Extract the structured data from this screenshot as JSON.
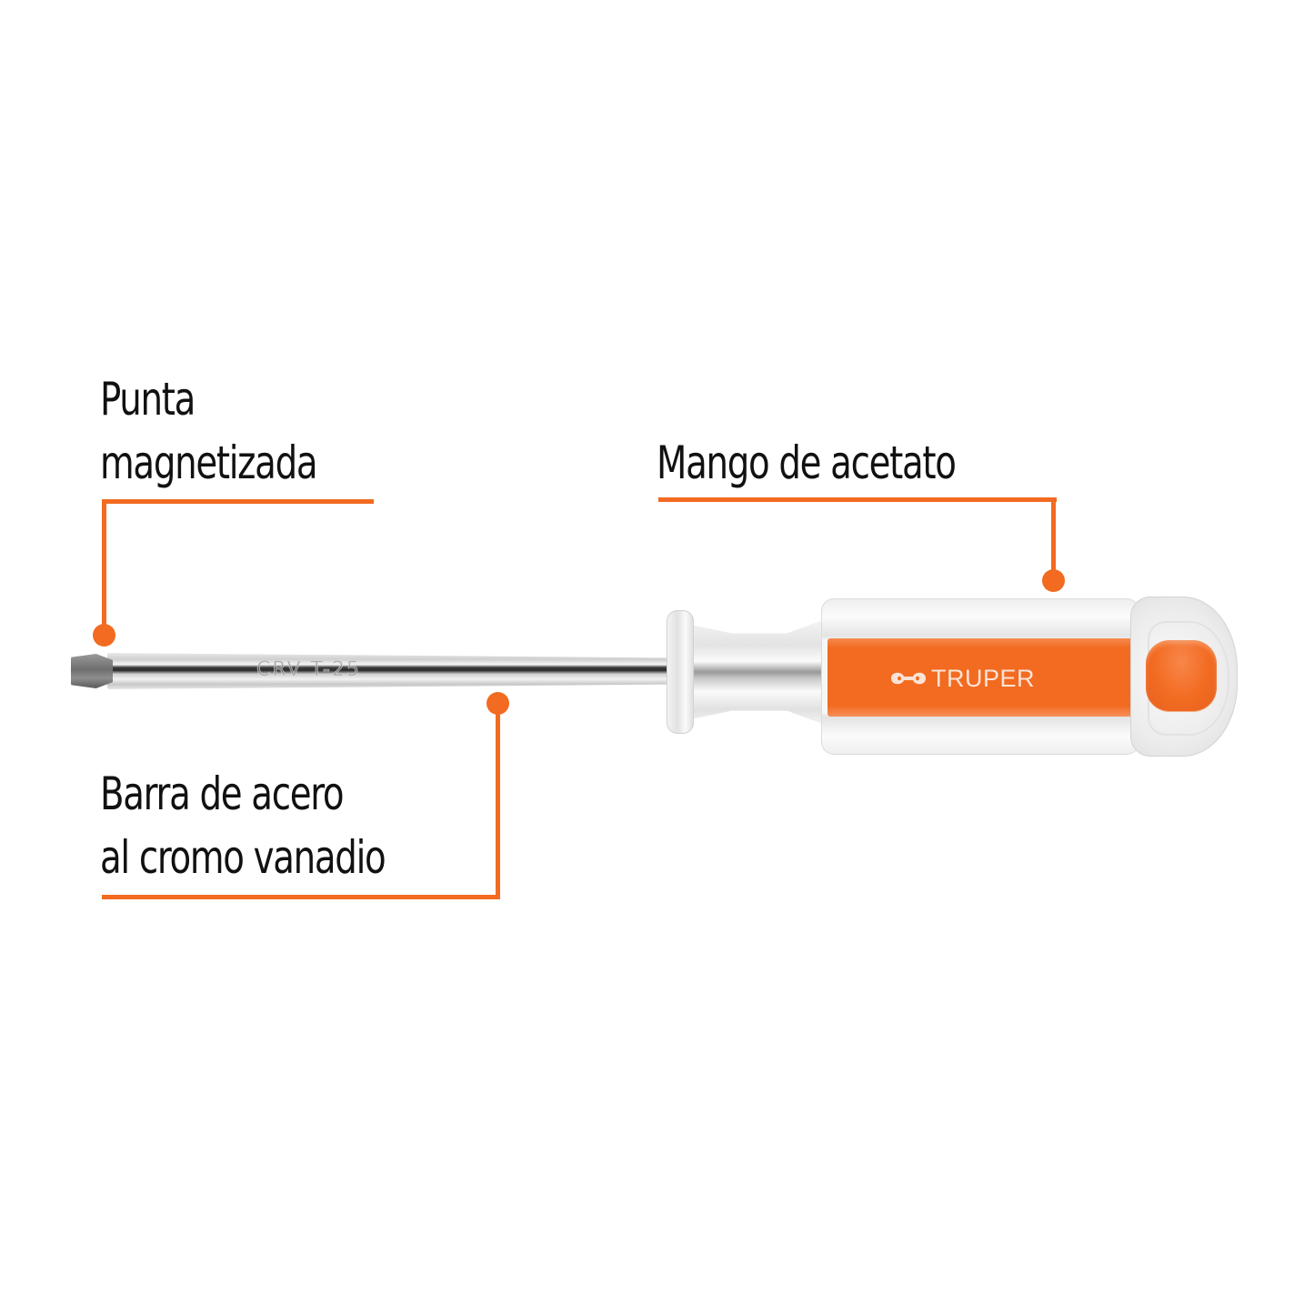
{
  "product": {
    "brand": "TRUPER",
    "shaft_marking": "CRV T-25",
    "brand_logo_icon": "truper-logo-icon"
  },
  "callouts": [
    {
      "id": "tip",
      "lines": [
        "Punta",
        "magnetizada"
      ]
    },
    {
      "id": "handle",
      "lines": [
        "Mango de acetato"
      ]
    },
    {
      "id": "shaft",
      "lines": [
        "Barra de acero",
        "al cromo vanadio"
      ]
    }
  ],
  "colors": {
    "accent": "#F26B21",
    "text": "#111111",
    "background": "#FFFFFF"
  }
}
